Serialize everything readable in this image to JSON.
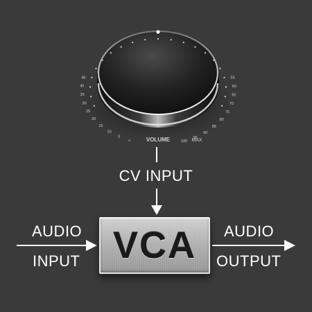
{
  "knob": {
    "label": "VOLUME",
    "max_label": "MAX",
    "scale_left": [
      "∞",
      "0",
      "10",
      "15",
      "20",
      "25",
      "30",
      "35",
      "40",
      "45"
    ],
    "scale_right": [
      "100",
      "95",
      "90",
      "85",
      "80",
      "75",
      "70",
      "65",
      "60",
      "55"
    ],
    "colors": {
      "knob_body": "#111111",
      "knob_rim": "#d8d8d8",
      "indicator": "#ffffff"
    }
  },
  "labels": {
    "cv_input": "CV INPUT",
    "audio_input_line1": "AUDIO",
    "audio_input_line2": "INPUT",
    "audio_output_line1": "AUDIO",
    "audio_output_line2": "OUTPUT"
  },
  "vca": {
    "label": "VCA"
  },
  "colors": {
    "background": "#3a3a3b",
    "arrows": "#ffffff",
    "vca_face": "#b4b4b4",
    "vca_text": "#1a1a1a"
  }
}
